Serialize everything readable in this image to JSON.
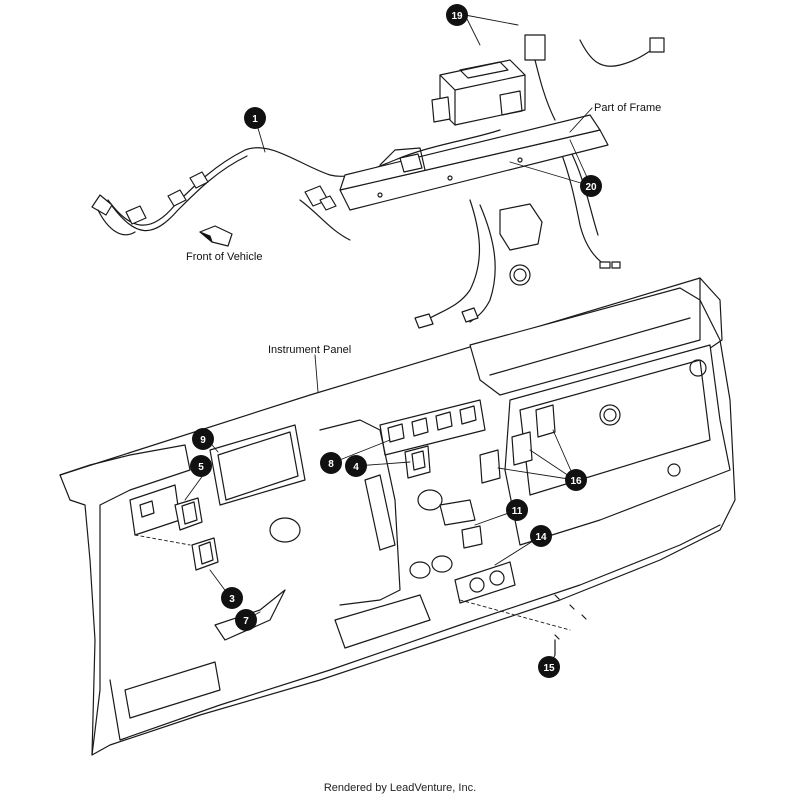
{
  "diagram": {
    "labels": {
      "front_of_vehicle": "Front of Vehicle",
      "part_of_frame": "Part of Frame",
      "instrument_panel": "Instrument Panel"
    },
    "callouts": [
      "1",
      "3",
      "4",
      "5",
      "7",
      "8",
      "9",
      "11",
      "14",
      "15",
      "16",
      "19",
      "20"
    ],
    "footer": "Rendered by LeadVenture, Inc.",
    "colors": {
      "line": "#1a1a1a",
      "callout_fill": "#111111",
      "callout_text": "#ffffff",
      "background": "#ffffff"
    }
  }
}
